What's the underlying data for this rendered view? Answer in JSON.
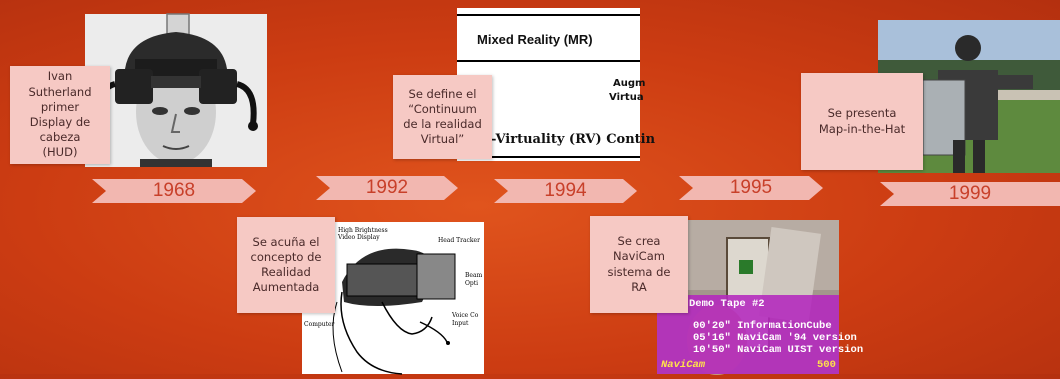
{
  "timeline": [
    {
      "year": "1968",
      "note": "Ivan Sutherland primer Display de cabeza (HUD)"
    },
    {
      "year": "1992",
      "note": "Se acuña el concepto de Realidad Aumentada"
    },
    {
      "year": "1994",
      "note": "Se define el “Continuum de la realidad Virtual”"
    },
    {
      "year": "1995",
      "note": "Se crea NaviCam sistema de RA"
    },
    {
      "year": "1999",
      "note": "Se presenta Map-in-the-Hat"
    }
  ],
  "photos": {
    "hmd_sketch": {
      "labels": [
        "High Brightness",
        "Video Display",
        "Head Tracker",
        "Beam",
        "Opti",
        "Computer",
        "Voice Co",
        "Input"
      ]
    },
    "mr_figure": {
      "title": "Mixed Reality (MR)",
      "right_1": "Augm",
      "right_2": "Virtua",
      "bottom": "-Virtuality (RV) Contin"
    },
    "navicam": {
      "line1": "Demo Tape #2",
      "line2": "00'20\" InformationCube",
      "line3": "05'16\" NaviCam '94 version",
      "line4": "10'50\" NaviCam UIST version",
      "brand": "NaviCam",
      "num": "500"
    }
  }
}
